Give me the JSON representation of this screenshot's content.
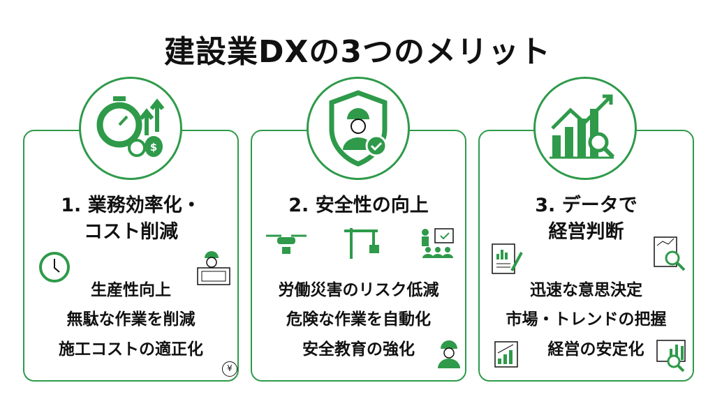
{
  "title": "建設業DXの3つのメリット",
  "accent": "#2e9a4a",
  "cards": [
    {
      "title_line1": "1. 業務効率化・",
      "title_line2": "コスト削減",
      "items": [
        "生産性向上",
        "無駄な作業を削減",
        "施工コストの適正化"
      ],
      "yen": "¥"
    },
    {
      "title_line1": "2. 安全性の向上",
      "items": [
        "労働災害のリスク低減",
        "危険な作業を自動化",
        "安全教育の強化"
      ]
    },
    {
      "title_line1": "3. データで",
      "title_line2": "経営判断",
      "items": [
        "迅速な意思決定",
        "市場・トレンドの把握",
        "経営の安定化"
      ]
    }
  ]
}
